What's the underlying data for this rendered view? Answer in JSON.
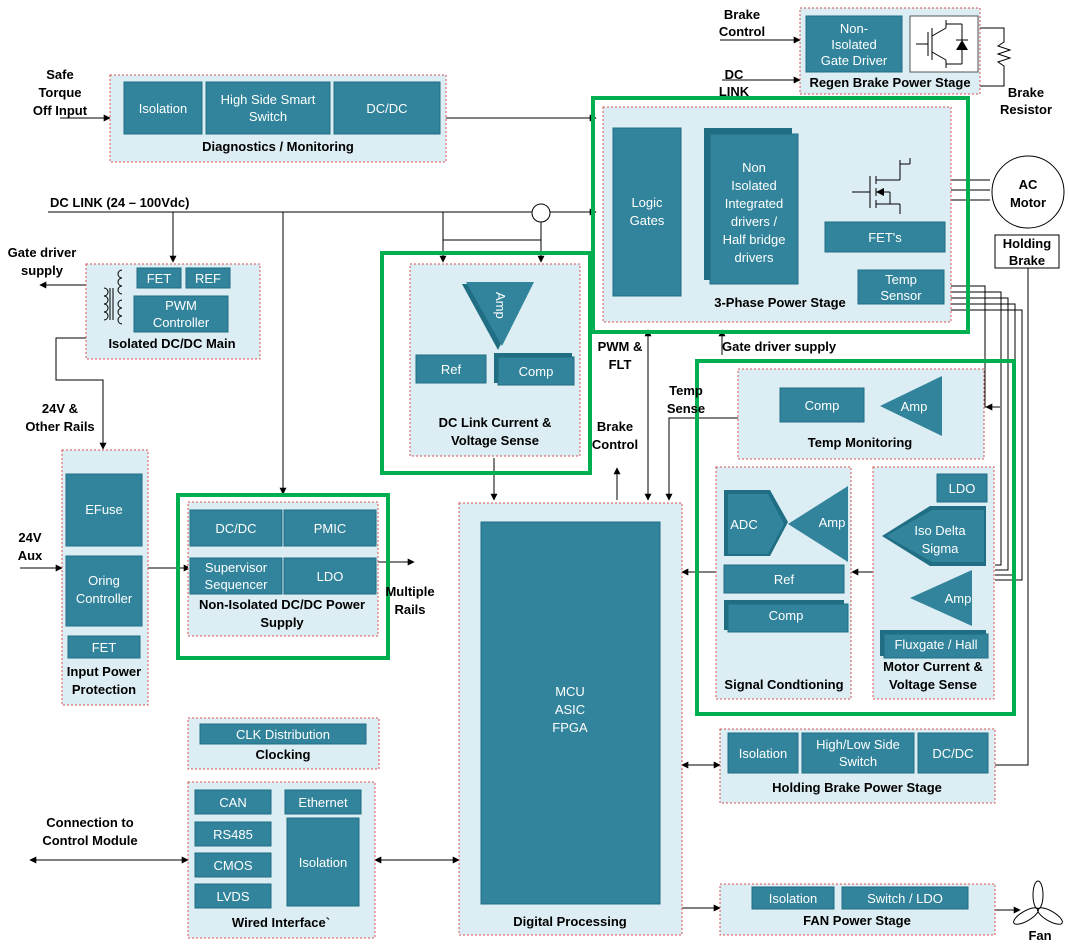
{
  "blocks": {
    "regen": {
      "title": "Regen Brake Power Stage",
      "driver": [
        "Non-",
        "Isolated",
        "Gate Driver"
      ]
    },
    "diag": {
      "title": "Diagnostics / Monitoring",
      "isolation": "Isolation",
      "switch": [
        "High Side Smart",
        "Switch"
      ],
      "dcdc": "DC/DC"
    },
    "power3": {
      "title": "3-Phase Power Stage",
      "logic": [
        "Logic",
        "Gates"
      ],
      "drivers": [
        "Non",
        "Isolated",
        "Integrated",
        "drivers /",
        "Half bridge",
        "drivers"
      ],
      "fets": "FET's",
      "temp": [
        "Temp",
        "Sensor"
      ]
    },
    "isodc": {
      "title": "Isolated DC/DC Main",
      "fet": "FET",
      "ref": "REF",
      "pwm": [
        "PWM",
        "Controller"
      ]
    },
    "dclink": {
      "title": [
        "DC Link Current &",
        "Voltage Sense"
      ],
      "amp": "Amp",
      "ref": "Ref",
      "comp": "Comp"
    },
    "tempmon": {
      "title": "Temp Monitoring",
      "comp": "Comp",
      "amp": "Amp"
    },
    "inputprot": {
      "title": [
        "Input Power",
        "Protection"
      ],
      "efuse": "EFuse",
      "oring": [
        "Oring",
        "Controller"
      ],
      "fet": "FET"
    },
    "nonisodc": {
      "title": [
        "Non-Isolated DC/DC Power",
        "Supply"
      ],
      "dcdc": "DC/DC",
      "pmic": "PMIC",
      "sup": [
        "Supervisor",
        "Sequencer"
      ],
      "ldo": "LDO"
    },
    "digital": {
      "title": "Digital Processing",
      "mcu": [
        "MCU",
        "ASIC",
        "FPGA"
      ]
    },
    "sigcond": {
      "title": "Signal Condtioning",
      "adc": "ADC",
      "amp": "Amp",
      "ref": "Ref",
      "comp": "Comp"
    },
    "motorcur": {
      "title": [
        "Motor Current &",
        "Voltage Sense"
      ],
      "ldo": "LDO",
      "iso": [
        "Iso Delta",
        "Sigma"
      ],
      "amp": "Amp",
      "flux": "Fluxgate / Hall"
    },
    "clock": {
      "title": "Clocking",
      "clk": "CLK Distribution"
    },
    "holding": {
      "title": "Holding Brake Power Stage",
      "isolation": "Isolation",
      "switch": [
        "High/Low Side",
        "Switch"
      ],
      "dcdc": "DC/DC"
    },
    "wired": {
      "title": "Wired Interface`",
      "can": "CAN",
      "ethernet": "Ethernet",
      "rs485": "RS485",
      "cmos": "CMOS",
      "lvds": "LVDS",
      "isolation": "Isolation"
    },
    "fan": {
      "title": "FAN Power Stage",
      "isolation": "Isolation",
      "switch": "Switch / LDO"
    }
  },
  "labels": {
    "brake_control_top": [
      "Brake",
      "Control"
    ],
    "dc_link_top": [
      "DC",
      "LINK"
    ],
    "brake_resistor": [
      "Brake",
      "Resistor"
    ],
    "safe_torque": [
      "Safe",
      "Torque",
      "Off Input"
    ],
    "dc_link_main": "DC LINK (24 – 100Vdc)",
    "gate_driver_supply_left": [
      "Gate driver",
      "supply"
    ],
    "ac_motor": [
      "AC",
      "Motor"
    ],
    "holding_brake": [
      "Holding",
      "Brake"
    ],
    "rails_24v": [
      "24V &",
      "Other Rails"
    ],
    "aux_24v": [
      "24V",
      "Aux"
    ],
    "pwm_flt": [
      "PWM &",
      "FLT"
    ],
    "gate_driver_supply_mid": "Gate driver supply",
    "temp_sense": [
      "Temp",
      "Sense"
    ],
    "brake_control_mid": [
      "Brake",
      "Control"
    ],
    "multiple_rails": [
      "Multiple",
      "Rails"
    ],
    "connection": [
      "Connection to",
      "Control Module"
    ],
    "fan": "Fan"
  }
}
